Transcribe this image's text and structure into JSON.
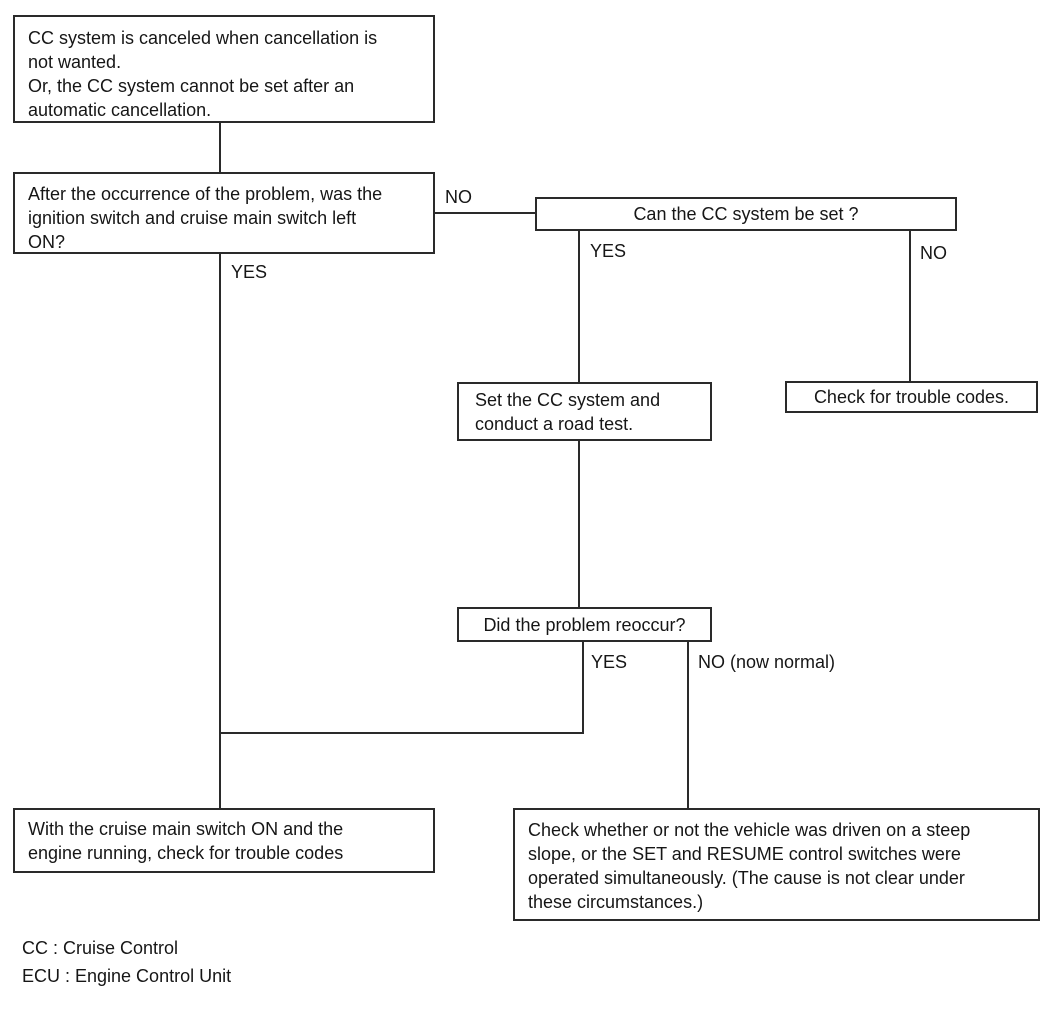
{
  "colors": {
    "background": "#ffffff",
    "line": "#2a2a2a",
    "text": "#161616"
  },
  "nodes": {
    "symptom": {
      "lines": [
        "CC system is canceled when cancellation is",
        "not wanted.",
        "Or, the CC system cannot be set after an",
        "automatic cancellation."
      ]
    },
    "ignition_question": {
      "lines": [
        "After the occurrence of the problem, was the",
        "ignition switch and cruise main switch left",
        "ON?"
      ]
    },
    "can_set": {
      "text": "Can the CC system be set ?"
    },
    "road_test": {
      "lines": [
        "Set the CC system and",
        "conduct a road test."
      ]
    },
    "trouble_codes": {
      "text": "Check for trouble codes."
    },
    "reoccur": {
      "text": "Did the problem reoccur?"
    },
    "check_codes_running": {
      "lines": [
        "With the cruise main switch ON and the",
        "engine running, check for trouble codes"
      ]
    },
    "steep_slope": {
      "lines": [
        "Check whether or not the vehicle was driven on a steep",
        "slope, or the SET and RESUME control switches were",
        "operated simultaneously. (The cause is not clear under",
        "these circumstances.)"
      ]
    }
  },
  "labels": {
    "ignition_no": "NO",
    "ignition_yes": "YES",
    "can_set_yes": "YES",
    "can_set_no": "NO",
    "reoccur_yes": "YES",
    "reoccur_no": "NO (now normal)"
  },
  "legend": {
    "cc": "CC : Cruise Control",
    "ecu": "ECU : Engine Control Unit"
  }
}
